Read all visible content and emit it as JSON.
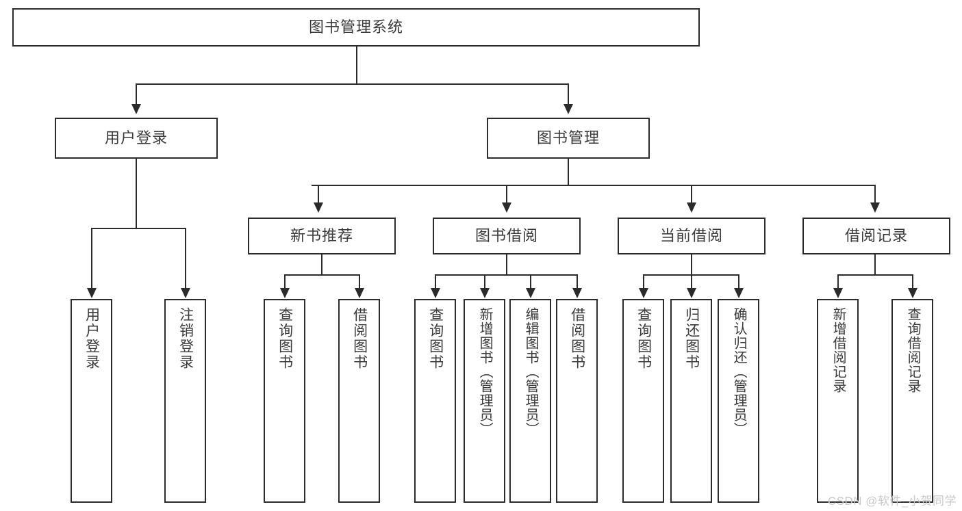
{
  "diagram": {
    "type": "tree-hierarchy-chart",
    "title_text": "图书管理系统",
    "watermark": "CSDN @软件_小贺同学",
    "colors": {
      "box_border": "#2b2b2b",
      "box_fill": "#ffffff",
      "text": "#3a3a3a",
      "connector": "#2b2b2b",
      "watermark": "#c9c9c9",
      "background": "#ffffff"
    },
    "root": {
      "label": "图书管理系统"
    },
    "level2": [
      {
        "id": "user-login",
        "label": "用户登录"
      },
      {
        "id": "book-management",
        "label": "图书管理"
      }
    ],
    "level3": [
      {
        "id": "new-book-recommend",
        "label": "新书推荐"
      },
      {
        "id": "book-borrow",
        "label": "图书借阅"
      },
      {
        "id": "current-borrow",
        "label": "当前借阅"
      },
      {
        "id": "borrow-record",
        "label": "借阅记录"
      }
    ],
    "leaves": {
      "user_login": [
        {
          "id": "leaf-user-login",
          "label": "用户登录"
        },
        {
          "id": "leaf-logout-login",
          "label": "注销登录"
        }
      ],
      "new_book_recommend": [
        {
          "id": "leaf-query-book-1",
          "label": "查询图书"
        },
        {
          "id": "leaf-borrow-book-1",
          "label": "借阅图书"
        }
      ],
      "book_borrow": [
        {
          "id": "leaf-query-book-2",
          "label": "查询图书"
        },
        {
          "id": "leaf-add-book",
          "label": "新增图书（管理员）"
        },
        {
          "id": "leaf-edit-book",
          "label": "编辑图书（管理员）"
        },
        {
          "id": "leaf-borrow-book-2",
          "label": "借阅图书"
        }
      ],
      "current_borrow": [
        {
          "id": "leaf-query-book-3",
          "label": "查询图书"
        },
        {
          "id": "leaf-return-book",
          "label": "归还图书"
        },
        {
          "id": "leaf-confirm-return",
          "label": "确认归还（管理员）"
        }
      ],
      "borrow_record": [
        {
          "id": "leaf-add-record",
          "label": "新增借阅记录"
        },
        {
          "id": "leaf-query-record",
          "label": "查询借阅记录"
        }
      ]
    }
  }
}
